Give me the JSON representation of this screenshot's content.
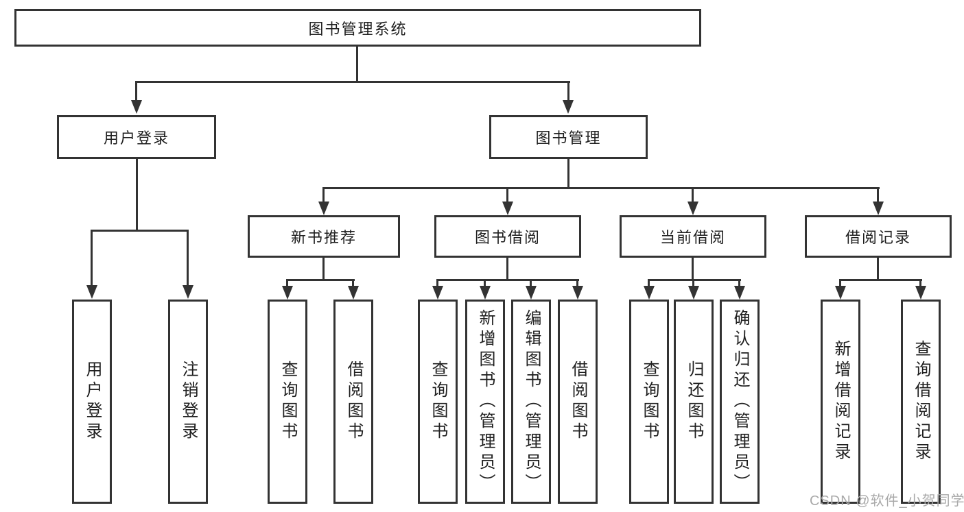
{
  "tree": {
    "label": "图书管理系统",
    "children": [
      {
        "label": "用户登录",
        "children": [
          {
            "label": "用户登录"
          },
          {
            "label": "注销登录"
          }
        ]
      },
      {
        "label": "图书管理",
        "children": [
          {
            "label": "新书推荐",
            "children": [
              {
                "label": "查询图书"
              },
              {
                "label": "借阅图书"
              }
            ]
          },
          {
            "label": "图书借阅",
            "children": [
              {
                "label": "查询图书"
              },
              {
                "label": "新增图书（管理员）"
              },
              {
                "label": "编辑图书（管理员）"
              },
              {
                "label": "借阅图书"
              }
            ]
          },
          {
            "label": "当前借阅",
            "children": [
              {
                "label": "查询图书"
              },
              {
                "label": "归还图书"
              },
              {
                "label": "确认归还（管理员）"
              }
            ]
          },
          {
            "label": "借阅记录",
            "children": [
              {
                "label": "新增借阅记录"
              },
              {
                "label": "查询借阅记录"
              }
            ]
          }
        ]
      }
    ]
  },
  "watermark": {
    "text": "CSDN @软件_小贺同学"
  },
  "colors": {
    "line": "#333333",
    "text": "#1f1f1f",
    "watermark": "#a9a9a9",
    "background": "#ffffff"
  }
}
